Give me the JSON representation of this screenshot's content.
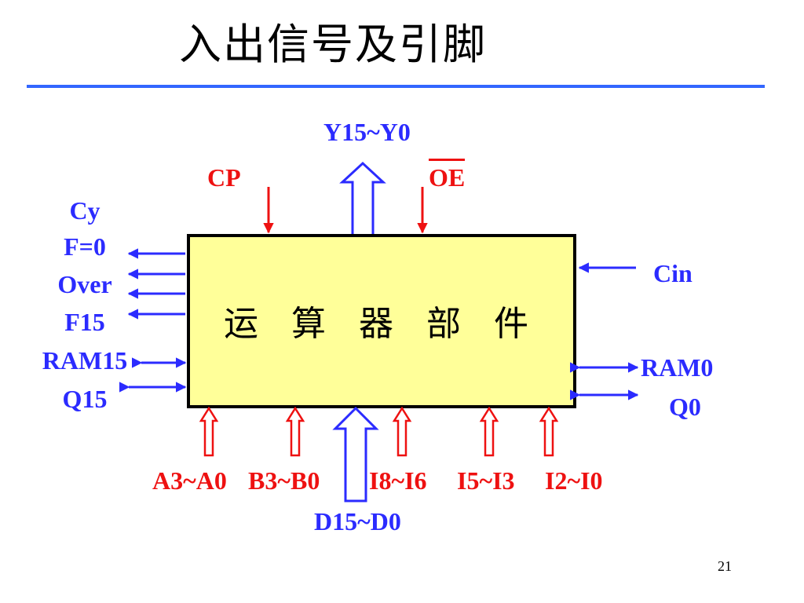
{
  "slide": {
    "title": "入出信号及引脚",
    "page_number": "21"
  },
  "unit": {
    "label": "运 算 器 部 件"
  },
  "top": {
    "y_bus": "Y15~Y0",
    "cp": "CP",
    "oe": "OE"
  },
  "left": {
    "cy": "Cy",
    "f0": "F=0",
    "over": "Over",
    "f15": "F15",
    "ram15": "RAM15",
    "q15": "Q15"
  },
  "right": {
    "cin": "Cin",
    "ram0": "RAM0",
    "q0": "Q0"
  },
  "bottom": {
    "a": "A3~A0",
    "b": "B3~B0",
    "i86": "I8~I6",
    "i53": "I5~I3",
    "i20": "I2~I0",
    "d_bus": "D15~D0"
  },
  "colors": {
    "blue": "#2b2bff",
    "red": "#ee1111",
    "box_fill": "#ffff99",
    "rule": "#3366ff"
  }
}
